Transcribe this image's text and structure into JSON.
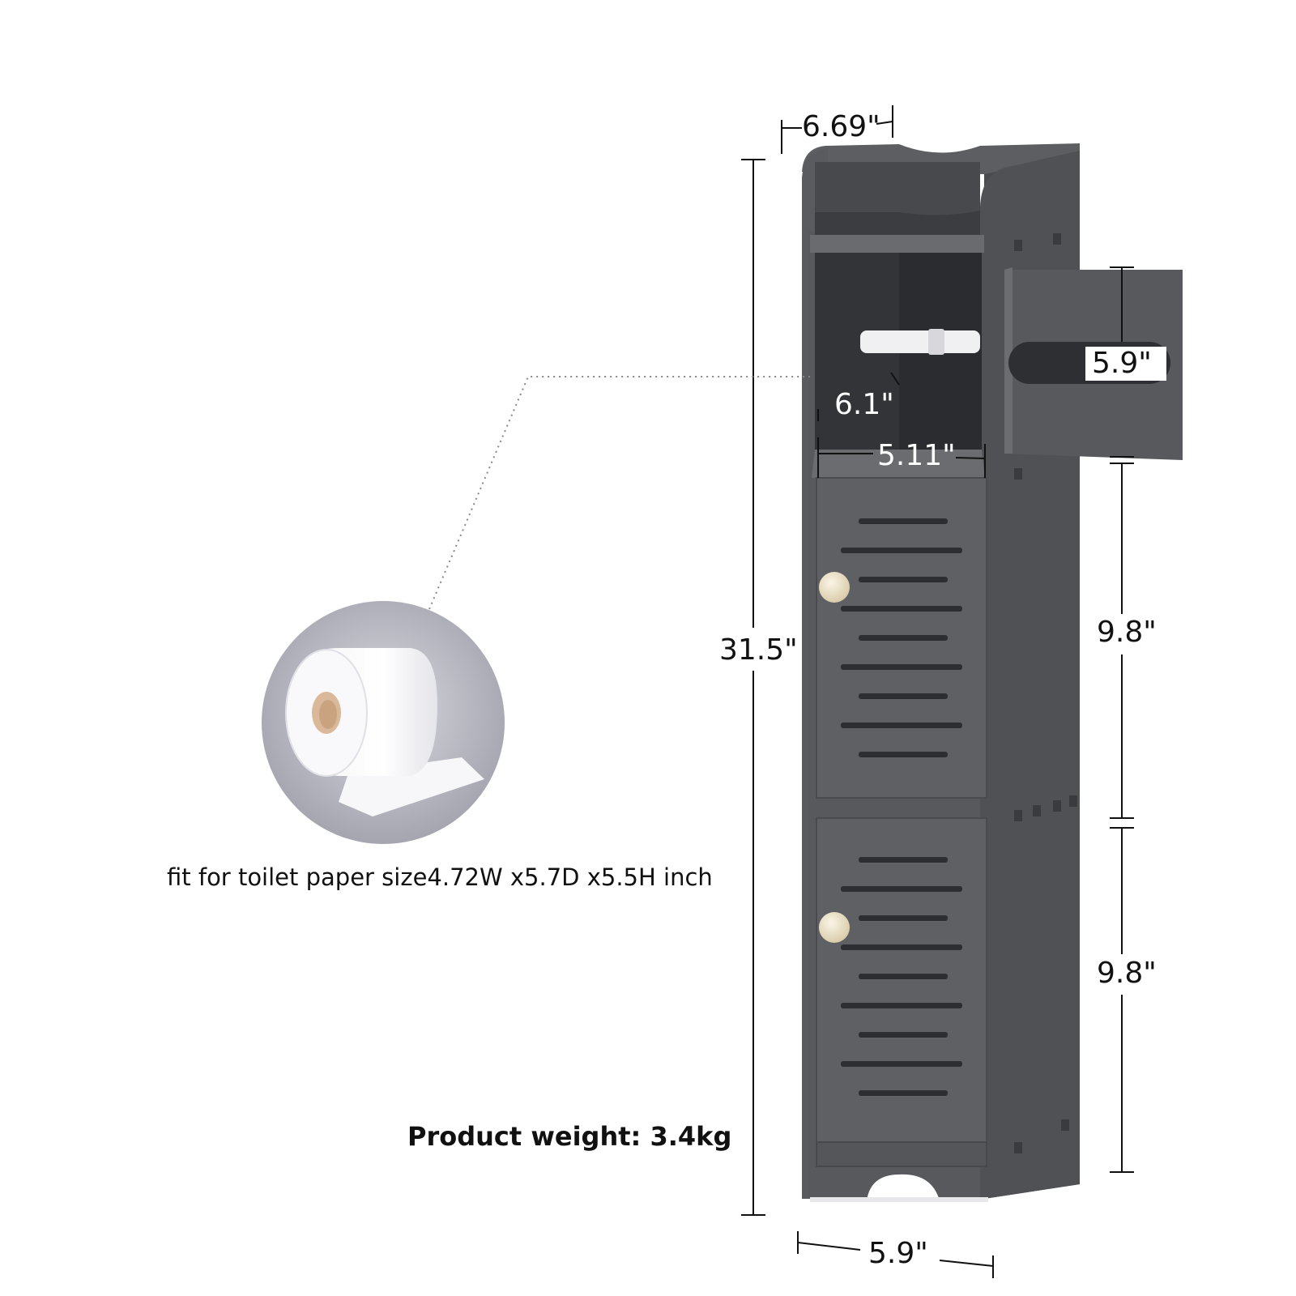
{
  "dimensions": {
    "depth": "6.69\"",
    "total_height": "31.5\"",
    "drawer_height": "5.9\"",
    "inner_depth": "6.1\"",
    "inner_width": "5.11\"",
    "upper_door_height": "9.8\"",
    "lower_door_height": "9.8\"",
    "width": "5.9\""
  },
  "caption": "fit for toilet paper size4.72W x5.7D x5.5H inch",
  "weight": "Product weight: 3.4kg",
  "colors": {
    "cabinet": "#55565a",
    "cabinet_dark": "#3f4044",
    "cabinet_light": "#6e6f73",
    "knob": "#efe6cf",
    "circle_bg": "#b4b5be"
  },
  "icons": {
    "product": "bathroom-cabinet-icon",
    "roll": "toilet-paper-roll-icon"
  }
}
